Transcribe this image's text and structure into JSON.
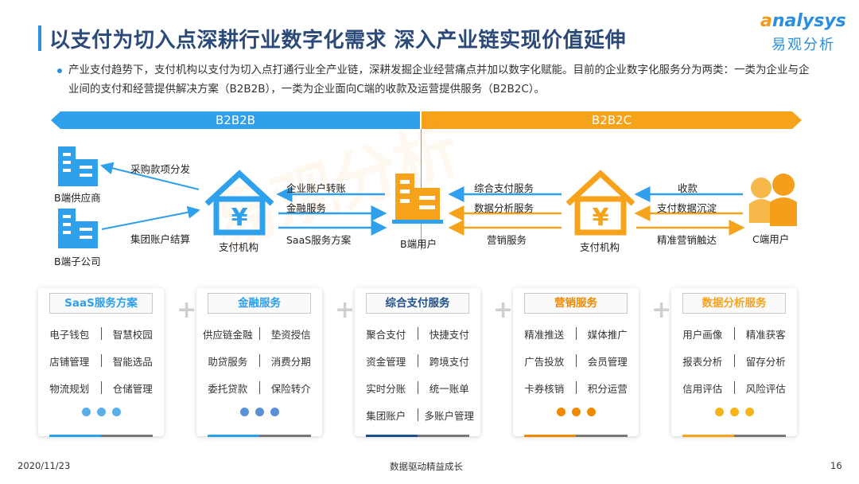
{
  "title": "以支付为切入点深耕行业数字化需求 深入产业链实现价值延伸",
  "logo": {
    "en_prefix": "a",
    "en_rest": "nalysys",
    "cn": "易观分析"
  },
  "intro": "产业支付趋势下，支付机构以支付为切入点打通行业全产业链，深耕发掘企业经营痛点并加以数字化赋能。目前的企业数字化服务分为两类：一类为企业与企业间的支付和经营提供解决方案（B2B2B），一类为企业面向C端的收款及运营提供服务（B2B2C）。",
  "bands": {
    "left": "B2B2B",
    "right": "B2B2C"
  },
  "nodes": {
    "b_supplier": "B端供应商",
    "b_subsidiary": "B端子公司",
    "pay_org_left": "支付机构",
    "b_user": "B端用户",
    "pay_org_right": "支付机构",
    "c_user": "C端用户"
  },
  "arrows": {
    "purchase": "采购款项分发",
    "group_settle": "集团账户结算",
    "corp_transfer": "企业账户转账",
    "finance": "金融服务",
    "saas": "SaaS服务方案",
    "integrated_pay": "综合支付服务",
    "data_analysis": "数据分析服务",
    "marketing": "营销服务",
    "collect": "收款",
    "pay_data": "支付数据沉淀",
    "precise_mkt": "精准营销触达"
  },
  "watermark": "易观分析",
  "cards": [
    {
      "title": "SaaS服务方案",
      "color": "#2fa0ec",
      "rows": [
        [
          "电子钱包",
          "智慧校园"
        ],
        [
          "店铺管理",
          "智能选品"
        ],
        [
          "物流规划",
          "仓储管理"
        ]
      ],
      "dots": "#5aaeea"
    },
    {
      "title": "金融服务",
      "color": "#2fa0ec",
      "rows": [
        [
          "供应链金融",
          "垫资授信"
        ],
        [
          "助贷服务",
          "消费分期"
        ],
        [
          "委托贷款",
          "保险转介"
        ]
      ],
      "dots": "#5b8fd6"
    },
    {
      "title": "综合支付服务",
      "color": "#1f4f8f",
      "rows": [
        [
          "聚合支付",
          "快捷支付"
        ],
        [
          "资金管理",
          "跨境支付"
        ],
        [
          "实时分账",
          "统一账单"
        ],
        [
          "集团账户",
          "多账户管理"
        ]
      ],
      "dots": ""
    },
    {
      "title": "营销服务",
      "color": "#f08a00",
      "rows": [
        [
          "精准推送",
          "媒体推广"
        ],
        [
          "广告投放",
          "会员管理"
        ],
        [
          "卡券核销",
          "积分运营"
        ]
      ],
      "dots": "#f08a00"
    },
    {
      "title": "数据分析服务",
      "color": "#f7a21b",
      "rows": [
        [
          "用户画像",
          "精准获客"
        ],
        [
          "报表分析",
          "留存分析"
        ],
        [
          "信用评估",
          "风险评估"
        ]
      ],
      "dots": "#f5b51a"
    }
  ],
  "footer": {
    "date": "2020/11/23",
    "slogan": "数据驱动精益成长",
    "page": "16"
  }
}
